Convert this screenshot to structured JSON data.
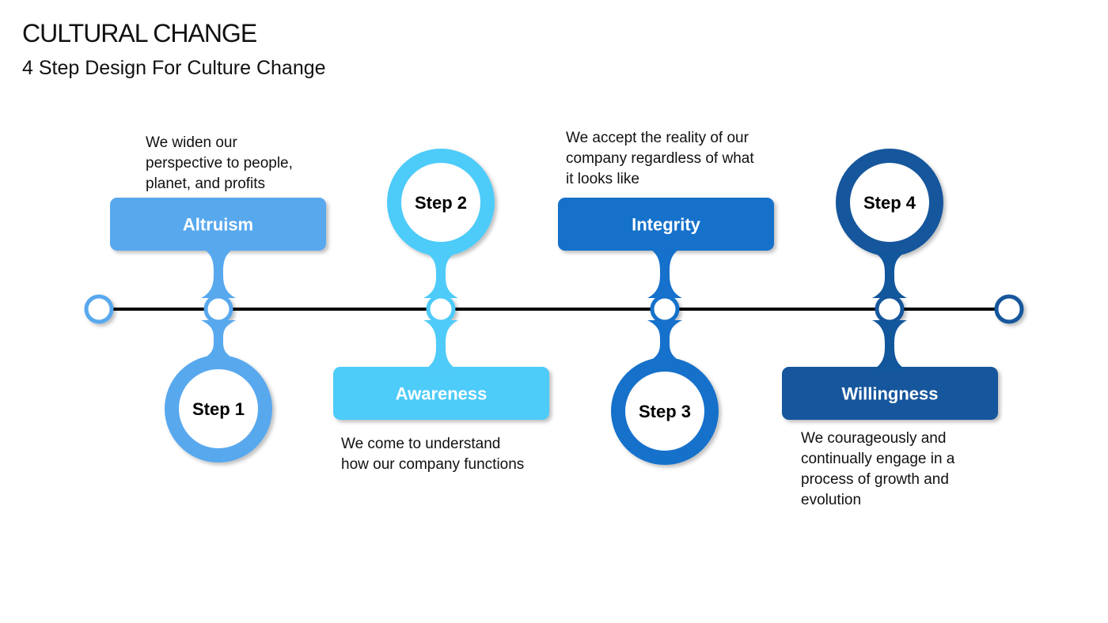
{
  "header": {
    "title": "CULTURAL CHANGE",
    "subtitle": "4 Step Design For Culture Change"
  },
  "steps": [
    {
      "step": "Step 1",
      "label": "Altruism",
      "description": [
        "We widen our",
        "perspective to people,",
        "planet, and profits"
      ],
      "color": "#58a8ee"
    },
    {
      "step": "Step 2",
      "label": "Awareness",
      "description": [
        "We come to understand",
        "how our company functions"
      ],
      "color": "#4ecbf9"
    },
    {
      "step": "Step 3",
      "label": "Integrity",
      "description": [
        "We accept the reality of our",
        "company regardless of what",
        "it looks like"
      ],
      "color": "#1571cb"
    },
    {
      "step": "Step 4",
      "label": "Willingness",
      "description": [
        "We courageously and",
        "continually engage in a",
        "process of growth and",
        "evolution"
      ],
      "color": "#12569c"
    }
  ]
}
